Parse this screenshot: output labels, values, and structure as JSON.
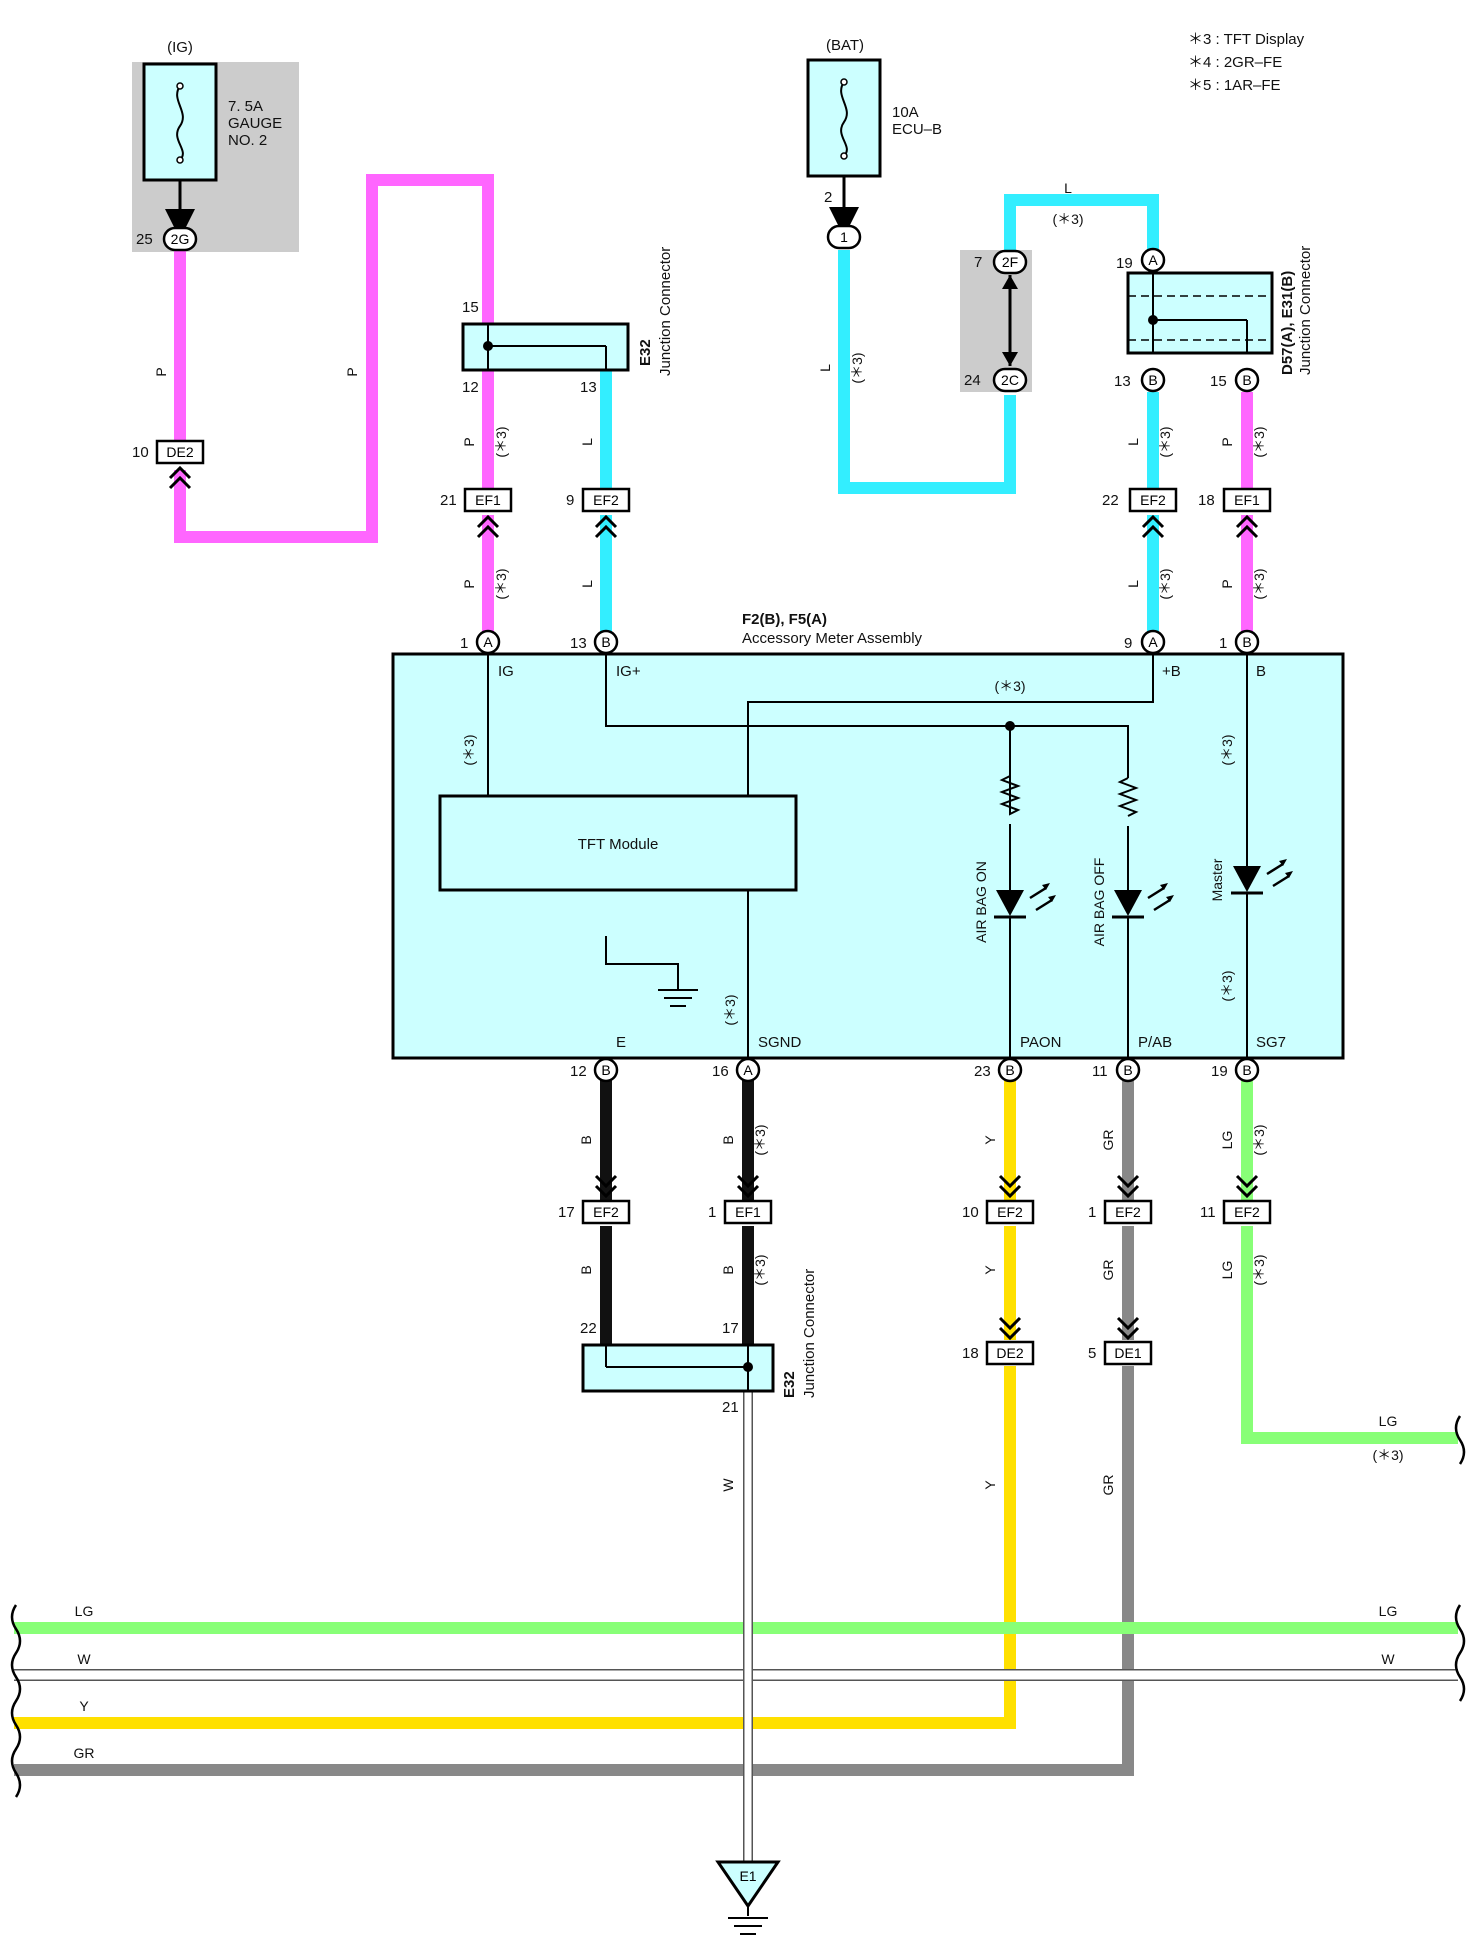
{
  "colors": {
    "pink": "#ff66ff",
    "cyan": "#33eeff",
    "black": "#111111",
    "yellow": "#ffe000",
    "gray": "#888888",
    "lightgreen": "#88ff77",
    "white_wire": "#ffffff",
    "box_fill": "#ccffff",
    "shade": "#cccccc"
  },
  "legend": [
    "＊3 : TFT Display",
    "＊4 : 2GR–FE",
    "＊5 : 1AR–FE"
  ],
  "fuses": {
    "ig": {
      "source": "(IG)",
      "rating": "7. 5A",
      "name1": "GAUGE",
      "name2": "NO. 2"
    },
    "bat": {
      "source": "(BAT)",
      "rating": "10A",
      "name1": "ECU–B"
    }
  },
  "connectors": {
    "ig_2g": {
      "pin": "25",
      "code": "2G"
    },
    "bat_1": {
      "pin": "2",
      "code": "1"
    },
    "de2_top": {
      "pin": "10",
      "code": "DE2"
    },
    "e32_top": {
      "pin_in": "15",
      "pin_a": "12",
      "pin_b": "13",
      "name": "E32",
      "desc": "Junction Connector"
    },
    "ef1_a": {
      "pin": "21",
      "code": "EF1"
    },
    "ef2_a": {
      "pin": "9",
      "code": "EF2"
    },
    "r2f": {
      "pin": "7",
      "code": "2F"
    },
    "r2c": {
      "pin": "24",
      "code": "2C"
    },
    "d57": {
      "pin_in": "19",
      "pin_in_code": "A",
      "pin_a": "13",
      "pin_a_code": "B",
      "pin_b": "15",
      "pin_b_code": "B",
      "name": "D57(A), E31(B)",
      "desc": "Junction Connector"
    },
    "ef2_b": {
      "pin": "22",
      "code": "EF2"
    },
    "ef1_b": {
      "pin": "18",
      "code": "EF1"
    },
    "ef2_e": {
      "pin": "17",
      "code": "EF2"
    },
    "ef1_sg": {
      "pin": "1",
      "code": "EF1"
    },
    "ef2_paon": {
      "pin": "10",
      "code": "EF2"
    },
    "ef2_pab": {
      "pin": "1",
      "code": "EF2"
    },
    "ef2_sg7": {
      "pin": "11",
      "code": "EF2"
    },
    "de2_bot": {
      "pin": "18",
      "code": "DE2"
    },
    "de1_bot": {
      "pin": "5",
      "code": "DE1"
    },
    "e32_bot": {
      "pin_a": "22",
      "pin_b": "17",
      "pin_out": "21",
      "name": "E32",
      "desc": "Junction Connector"
    },
    "ground": {
      "code": "E1"
    }
  },
  "meter": {
    "name": "F2(B), F5(A)",
    "desc": "Accessory Meter Assembly",
    "module": "TFT Module",
    "top_pins": [
      {
        "num": "1",
        "code": "A",
        "term": "IG"
      },
      {
        "num": "13",
        "code": "B",
        "term": "IG+"
      },
      {
        "num": "9",
        "code": "A",
        "term": "+B"
      },
      {
        "num": "1",
        "code": "B",
        "term": "B"
      }
    ],
    "bottom_pins": [
      {
        "num": "12",
        "code": "B",
        "term": "E"
      },
      {
        "num": "16",
        "code": "A",
        "term": "SGND"
      },
      {
        "num": "23",
        "code": "B",
        "term": "PAON"
      },
      {
        "num": "11",
        "code": "B",
        "term": "P/AB"
      },
      {
        "num": "19",
        "code": "B",
        "term": "SG7"
      }
    ],
    "leds": [
      "AIR BAG ON",
      "AIR BAG OFF",
      "Master"
    ]
  },
  "wire_labels": {
    "P": "P",
    "L": "L",
    "B": "B",
    "Y": "Y",
    "GR": "GR",
    "LG": "LG",
    "W": "W",
    "star3": "(＊3)"
  }
}
